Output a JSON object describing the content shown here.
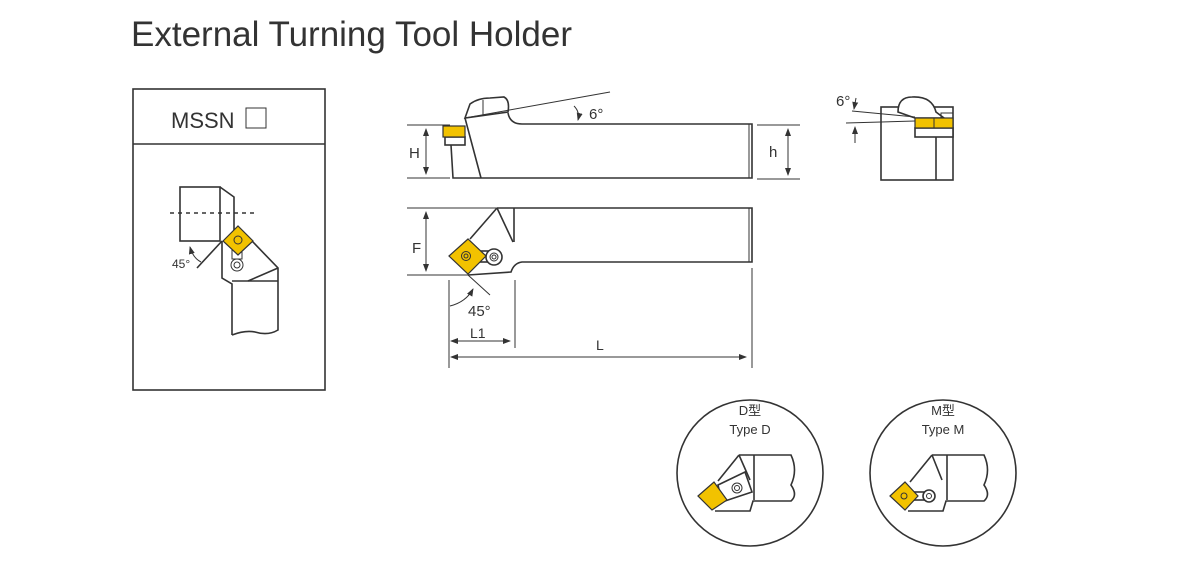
{
  "title": "External Turning Tool Holder",
  "model_panel": {
    "code": "MSSN",
    "angle": "45°"
  },
  "side_view": {
    "height_label": "H",
    "shank_height_label": "h",
    "rake_angle": "6°"
  },
  "top_view": {
    "offset_label": "F",
    "lead_angle": "45°",
    "head_length_label": "L1",
    "length_label": "L"
  },
  "end_view": {
    "angle": "6°"
  },
  "types": [
    {
      "name_cn": "D型",
      "name_en": "Type D"
    },
    {
      "name_cn": "M型",
      "name_en": "Type M"
    }
  ],
  "colors": {
    "insert": "#F2C200",
    "line": "#333333"
  }
}
